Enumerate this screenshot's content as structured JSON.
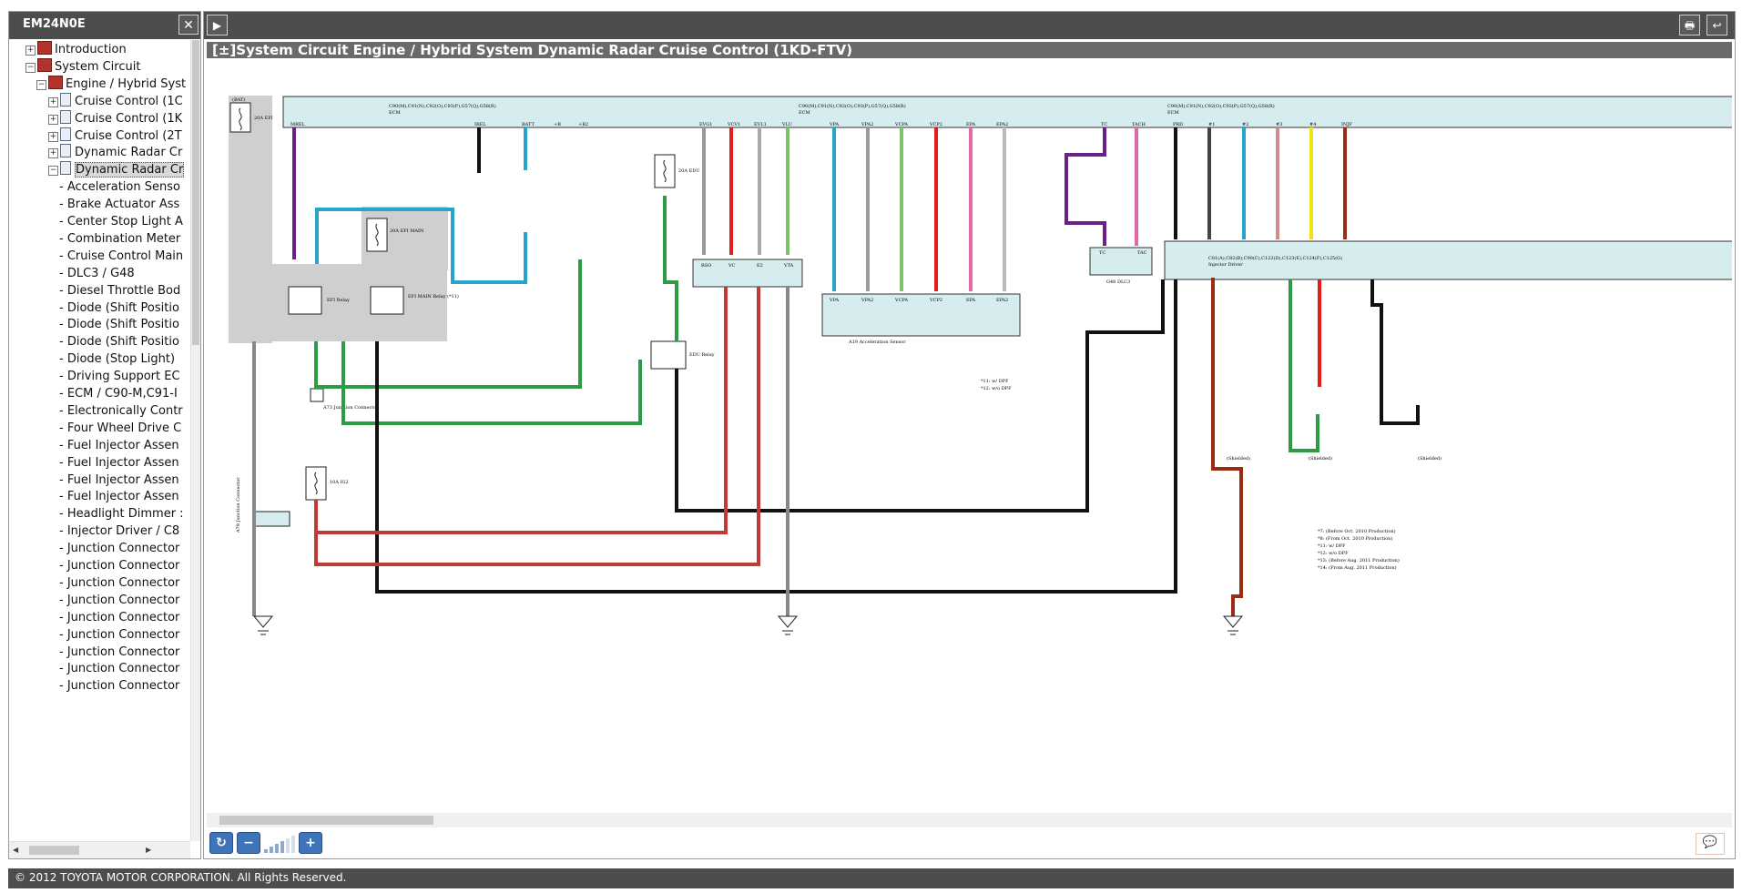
{
  "sidebar": {
    "title": "EM24N0E",
    "close_icon": "✕",
    "items": [
      {
        "label": "Introduction",
        "type": "book",
        "expander": "+",
        "indent": 1
      },
      {
        "label": "System Circuit",
        "type": "book",
        "expander": "−",
        "indent": 1
      },
      {
        "label": "Engine / Hybrid Syst",
        "type": "book",
        "expander": "−",
        "indent": 2
      },
      {
        "label": "Cruise Control (1C",
        "type": "doc",
        "expander": "+",
        "indent": 3
      },
      {
        "label": "Cruise Control (1K",
        "type": "doc",
        "expander": "+",
        "indent": 3
      },
      {
        "label": "Cruise Control (2T",
        "type": "doc",
        "expander": "+",
        "indent": 3
      },
      {
        "label": "Dynamic Radar Cr",
        "type": "doc",
        "expander": "+",
        "indent": 3
      },
      {
        "label": "Dynamic Radar Cr",
        "type": "doc",
        "expander": "−",
        "indent": 3,
        "selected": true
      },
      {
        "label": "- Acceleration Senso",
        "type": "leaf",
        "indent": 4
      },
      {
        "label": "- Brake Actuator Ass",
        "type": "leaf",
        "indent": 4
      },
      {
        "label": "- Center Stop Light A",
        "type": "leaf",
        "indent": 4
      },
      {
        "label": "- Combination Meter",
        "type": "leaf",
        "indent": 4
      },
      {
        "label": "- Cruise Control Main",
        "type": "leaf",
        "indent": 4
      },
      {
        "label": "- DLC3 / G48",
        "type": "leaf",
        "indent": 4
      },
      {
        "label": "- Diesel Throttle Bod",
        "type": "leaf",
        "indent": 4
      },
      {
        "label": "- Diode (Shift Positio",
        "type": "leaf",
        "indent": 4
      },
      {
        "label": "- Diode (Shift Positio",
        "type": "leaf",
        "indent": 4
      },
      {
        "label": "- Diode (Shift Positio",
        "type": "leaf",
        "indent": 4
      },
      {
        "label": "- Diode (Stop Light)",
        "type": "leaf",
        "indent": 4
      },
      {
        "label": "- Driving Support EC",
        "type": "leaf",
        "indent": 4
      },
      {
        "label": "- ECM / C90-M,C91-I",
        "type": "leaf",
        "indent": 4
      },
      {
        "label": "- Electronically Contr",
        "type": "leaf",
        "indent": 4
      },
      {
        "label": "- Four Wheel Drive C",
        "type": "leaf",
        "indent": 4
      },
      {
        "label": "- Fuel Injector Assen",
        "type": "leaf",
        "indent": 4
      },
      {
        "label": "- Fuel Injector Assen",
        "type": "leaf",
        "indent": 4
      },
      {
        "label": "- Fuel Injector Assen",
        "type": "leaf",
        "indent": 4
      },
      {
        "label": "- Fuel Injector Assen",
        "type": "leaf",
        "indent": 4
      },
      {
        "label": "- Headlight Dimmer :",
        "type": "leaf",
        "indent": 4
      },
      {
        "label": "- Injector Driver / C8",
        "type": "leaf",
        "indent": 4
      },
      {
        "label": "- Junction Connector",
        "type": "leaf",
        "indent": 4
      },
      {
        "label": "- Junction Connector",
        "type": "leaf",
        "indent": 4
      },
      {
        "label": "- Junction Connector",
        "type": "leaf",
        "indent": 4
      },
      {
        "label": "- Junction Connector",
        "type": "leaf",
        "indent": 4
      },
      {
        "label": "- Junction Connector",
        "type": "leaf",
        "indent": 4
      },
      {
        "label": "- Junction Connector",
        "type": "leaf",
        "indent": 4
      },
      {
        "label": "- Junction Connector",
        "type": "leaf",
        "indent": 4
      },
      {
        "label": "- Junction Connector",
        "type": "leaf",
        "indent": 4
      },
      {
        "label": "- Junction Connector",
        "type": "leaf",
        "indent": 4
      }
    ]
  },
  "toolbar": {
    "play_icon": "▶",
    "print_icon": "🖶",
    "back_icon": "↩"
  },
  "document": {
    "title": "[±]System Circuit  Engine / Hybrid System  Dynamic Radar Cruise Control (1KD-FTV)"
  },
  "diagram": {
    "ecm_left": "C90(M),C91(N),C92(O),C93(P),G57(Q),G58(R)",
    "ecm_mid": "C90(M),C91(N),C92(O),C93(P),G57(Q),G58(R)",
    "ecm_right": "C90(M),C91(N),C92(O),C93(P),G57(Q),G58(R)",
    "ecm_label": "ECM",
    "injector_driver": "C81(A),C82(B),C90(C),C122(D),C123(E),C124(F),C125(G)",
    "injector_driver_label": "Injector Driver",
    "left_pins": [
      "MREL",
      "IREL",
      "BATT",
      "+B",
      "+B2"
    ],
    "mid_pins": [
      "EVG1",
      "VCV1",
      "EVL1",
      "VLU",
      "VPA",
      "VPA2",
      "VCPA",
      "VCP2",
      "EPA",
      "EPA2"
    ],
    "right_pins": [
      "TC",
      "TACH",
      "PRD",
      "#1",
      "#2",
      "#3",
      "#4",
      "INJF"
    ],
    "throttle_pins": [
      "RSO",
      "VC",
      "E2",
      "VTA"
    ],
    "accel_pins": [
      "VPA",
      "VPA2",
      "VCPA",
      "VCP2",
      "EPA",
      "EPA2"
    ],
    "accel_label": "A19\nAcceleration Sensor",
    "components": {
      "fuse_bat": "(BAT)",
      "fuse_efi_main": "20A EFI MAIN",
      "fuse_efi": "20A EFI",
      "fuse_edu": "20A EDU",
      "fuse_ig2": "10A IG2",
      "relay_efi": "EFI Relay",
      "relay_efi_main": "EFI MAIN Relay (*11)",
      "relay_edu": "EDU Relay",
      "junction": "A73 Junction Connector",
      "junction_b": "A78 Junction Connector",
      "dlc": "G48 DLC3",
      "tc": "TC",
      "tac": "TAC"
    },
    "notes_a": [
      "*11: w/ DPF",
      "*12: w/o DPF"
    ],
    "notes_b": [
      "*7: (Before Oct. 2010 Production)",
      "*8: (From Oct. 2010 Production)",
      "*11: w/ DPF",
      "*12: w/o DPF",
      "*13: (Before Aug. 2011 Production)",
      "*14: (From Aug. 2011 Production)"
    ],
    "shielded": "(Shielded)"
  },
  "zoom": {
    "reset_icon": "↻",
    "zoom_out_icon": "−",
    "zoom_in_icon": "+"
  },
  "feedback_icon": "💬",
  "footer": {
    "copyright": "© 2012 TOYOTA MOTOR CORPORATION. All Rights Reserved."
  },
  "colors": {
    "header_bg": "#4d4d4d",
    "ecm_fill": "#d6ecee",
    "wire_purple": "#6a1f8a",
    "wire_blue": "#2aa3c8",
    "wire_green": "#2e9b45",
    "wire_red": "#e21b1b",
    "wire_pink": "#e36aa6",
    "wire_gray": "#9a9a9a",
    "wire_yellow": "#f3e21b",
    "wire_brown": "#9b2b12",
    "wire_lightgreen": "#7cc46c",
    "wire_redwhite": "#c03a3a"
  }
}
